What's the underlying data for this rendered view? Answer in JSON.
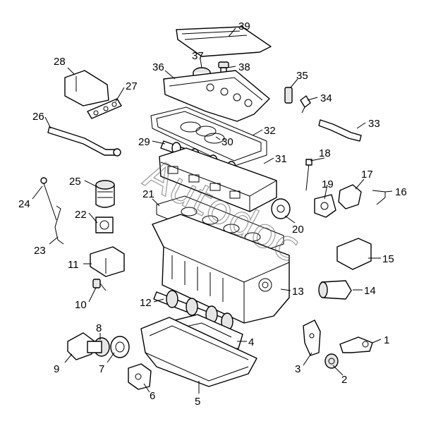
{
  "callouts": [
    "1",
    "2",
    "3",
    "4",
    "5",
    "6",
    "7",
    "8",
    "9",
    "10",
    "11",
    "12",
    "13",
    "14",
    "15",
    "16",
    "17",
    "18",
    "19",
    "20",
    "21",
    "22",
    "23",
    "24",
    "25",
    "26",
    "27",
    "28",
    "29",
    "30",
    "31",
    "32",
    "33",
    "34",
    "35",
    "36",
    "37",
    "38",
    "39"
  ],
  "watermark": "Autodoc"
}
